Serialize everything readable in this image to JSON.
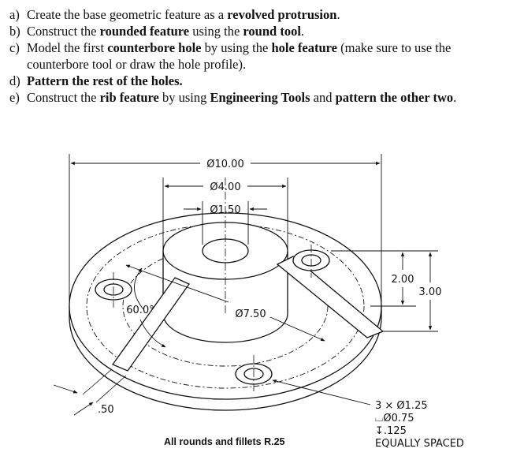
{
  "steps": [
    {
      "label": "a)",
      "parts": [
        {
          "t": "Create the base geometric feature as a ",
          "b": false
        },
        {
          "t": "revolved protrusion",
          "b": true
        },
        {
          "t": ".",
          "b": false
        }
      ]
    },
    {
      "label": "b)",
      "parts": [
        {
          "t": "Construct the ",
          "b": false
        },
        {
          "t": "rounded feature",
          "b": true
        },
        {
          "t": " using the ",
          "b": false
        },
        {
          "t": "round tool",
          "b": true
        },
        {
          "t": ".",
          "b": false
        }
      ]
    },
    {
      "label": "c)",
      "parts": [
        {
          "t": "Model the first ",
          "b": false
        },
        {
          "t": "counterbore hole",
          "b": true
        },
        {
          "t": " by using the ",
          "b": false
        },
        {
          "t": "hole feature",
          "b": true
        },
        {
          "t": " (make sure to use the counterbore tool or draw the hole profile).",
          "b": false
        }
      ]
    },
    {
      "label": "d)",
      "parts": [
        {
          "t": "Pattern the rest of the holes.",
          "b": true
        }
      ]
    },
    {
      "label": "e)",
      "parts": [
        {
          "t": "Construct the ",
          "b": false
        },
        {
          "t": "rib feature",
          "b": true
        },
        {
          "t": " by using ",
          "b": false
        },
        {
          "t": "Engineering Tools",
          "b": true
        },
        {
          "t": " and ",
          "b": false
        },
        {
          "t": "pattern the other two",
          "b": true
        },
        {
          "t": ".",
          "b": false
        }
      ]
    }
  ],
  "dims": {
    "d_outer": "Ø10.00",
    "d_boss": "Ø4.00",
    "d_center": "Ø1.50",
    "height_boss": "2.00",
    "height_total": "3.00",
    "angle": "60.0°",
    "bolt_circle": "Ø7.50",
    "rib_thickness": ".50"
  },
  "hole_note": {
    "line1": "3 × Ø1.25",
    "line2": "⌴Ø0.75",
    "line3": "↧.125",
    "line4": "EQUALLY SPACED"
  },
  "caption": "All rounds and fillets R.25"
}
